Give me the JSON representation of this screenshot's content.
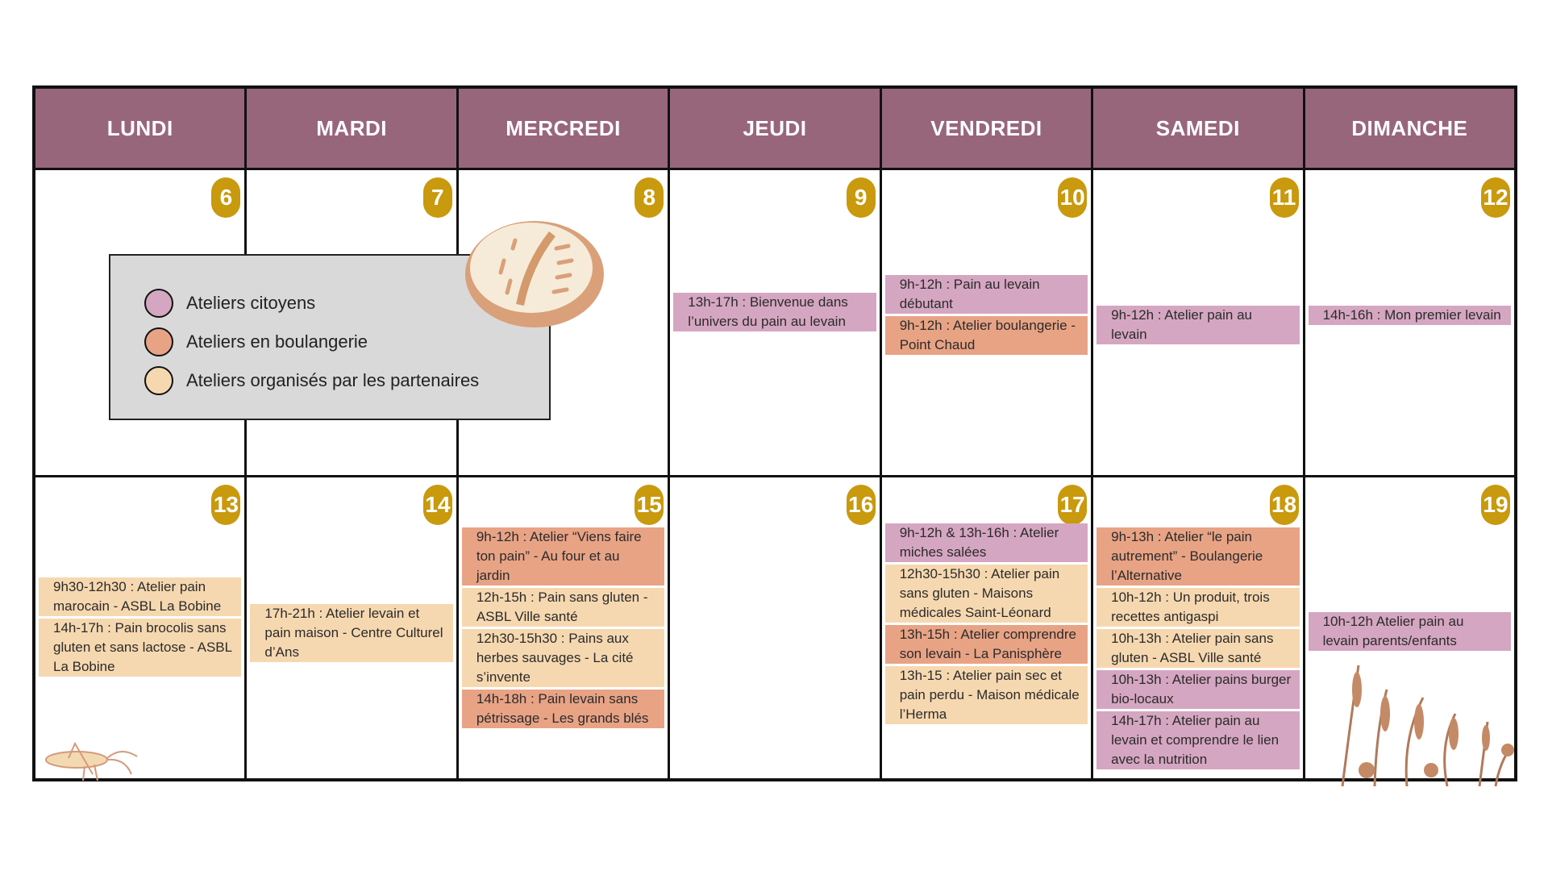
{
  "days": [
    "LUNDI",
    "MARDI",
    "MERCREDI",
    "JEUDI",
    "VENDREDI",
    "SAMEDI",
    "DIMANCHE"
  ],
  "colors": {
    "header": "#98667A",
    "badge": "#C9990E",
    "citoyens": "#D5A6C1",
    "boulangerie": "#E8A385",
    "partenaires": "#F6D8B0"
  },
  "legend": [
    {
      "label": "Ateliers citoyens",
      "color": "#D5A6C1"
    },
    {
      "label": "Ateliers en boulangerie",
      "color": "#E8A385"
    },
    {
      "label": "Ateliers organisés par les partenaires",
      "color": "#F6D8B0"
    }
  ],
  "weeks": [
    [
      {
        "date": "6",
        "events": []
      },
      {
        "date": "7",
        "events": []
      },
      {
        "date": "8",
        "events": []
      },
      {
        "date": "9",
        "events": [
          {
            "type": "c",
            "text": "13h-17h : Bienvenue dans l’univers du pain au levain"
          }
        ]
      },
      {
        "date": "10",
        "events": [
          {
            "type": "c",
            "text": "9h-12h : Pain au levain débutant"
          },
          {
            "type": "b",
            "text": "9h-12h : Atelier boulangerie - Point Chaud"
          }
        ]
      },
      {
        "date": "11",
        "events": [
          {
            "type": "c",
            "text": "9h-12h : Atelier pain au levain"
          }
        ]
      },
      {
        "date": "12",
        "events": [
          {
            "type": "c",
            "text": "14h-16h : Mon premier levain"
          }
        ]
      }
    ],
    [
      {
        "date": "13",
        "events": [
          {
            "type": "p",
            "text": "9h30-12h30 : Atelier pain marocain - ASBL La Bobine"
          },
          {
            "type": "p",
            "text": "14h-17h : Pain brocolis sans gluten et sans lactose - ASBL La Bobine"
          }
        ]
      },
      {
        "date": "14",
        "events": [
          {
            "type": "p",
            "text": "17h-21h : Atelier levain et pain maison  - Centre Culturel d’Ans"
          }
        ]
      },
      {
        "date": "15",
        "events": [
          {
            "type": "b",
            "text": "9h-12h : Atelier “Viens faire ton pain” - Au four et au jardin"
          },
          {
            "type": "p",
            "text": "12h-15h : Pain sans gluten - ASBL Ville santé"
          },
          {
            "type": "p",
            "text": "12h30-15h30 : Pains aux herbes sauvages - La cité s’invente"
          },
          {
            "type": "b",
            "text": "14h-18h : Pain levain sans pétrissage - Les grands blés"
          }
        ]
      },
      {
        "date": "16",
        "events": []
      },
      {
        "date": "17",
        "events": [
          {
            "type": "c",
            "text": "9h-12h & 13h-16h : Atelier miches salées"
          },
          {
            "type": "p",
            "text": "12h30-15h30 : Atelier pain sans gluten - Maisons médicales Saint-Léonard"
          },
          {
            "type": "b",
            "text": "13h-15h : Atelier comprendre son levain - La Panisphère"
          },
          {
            "type": "p",
            "text": "13h-15 : Atelier pain sec et pain perdu - Maison médicale l’Herma"
          }
        ]
      },
      {
        "date": "18",
        "events": [
          {
            "type": "b",
            "text": "9h-13h : Atelier “le pain autrement” - Boulangerie l’Alternative"
          },
          {
            "type": "p",
            "text": "10h-12h : Un produit, trois recettes antigaspi"
          },
          {
            "type": "p",
            "text": "10h-13h : Atelier pain sans gluten - ASBL Ville santé"
          },
          {
            "type": "c",
            "text": "10h-13h : Atelier pains burger bio-locaux"
          },
          {
            "type": "c",
            "text": "14h-17h : Atelier pain au levain et comprendre le lien avec la nutrition"
          }
        ]
      },
      {
        "date": "19",
        "events": [
          {
            "type": "c",
            "text": "10h-12h Atelier pain au levain parents/enfants"
          }
        ]
      }
    ]
  ]
}
